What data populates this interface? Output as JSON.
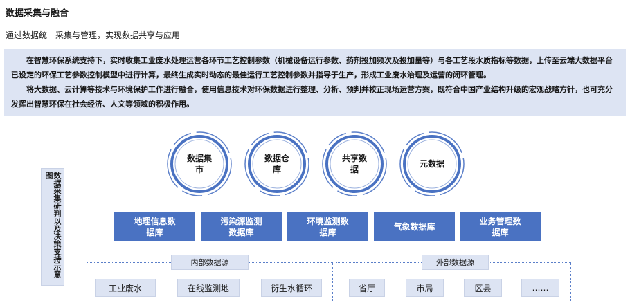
{
  "header": {
    "title": "数据采集与融合",
    "subtitle": "通过数据统一采集与管理，实现数据共享与应用"
  },
  "intro": {
    "p1": "在智慧环保系统支持下，实时收集工业废水处理运营各环节工艺控制参数（机械设备运行参数、药剂投加频次及投加量等）与各工艺段水质指标等数据，上传至云端大数据平台已设定的环保工艺参数控制模型中进行计算，最终生成实时动态的最佳运行工艺控制参数并指导于生产，形成工业废水治理及运营的闭环管理。",
    "p2": "将大数据、云计算等技术与环境保护工作进行融合，使用信息技术对环保数据进行整理、分析、预判并校正现场运营方案，既符合中国产业结构升级的宏观战略方针，也可充分发挥出智慧环保在社会经济、人文等领域的积极作用。"
  },
  "side_label": "数据采集研判以及决策支持示意图",
  "circles": [
    {
      "label": "数据集市"
    },
    {
      "label": "数据仓库"
    },
    {
      "label": "共享数据"
    },
    {
      "label": "元数据"
    }
  ],
  "databases": [
    {
      "label": "地理信息数据库"
    },
    {
      "label": "污染源监测数据库"
    },
    {
      "label": "环境监测数据库"
    },
    {
      "label": "气象数据库"
    },
    {
      "label": "业务管理数据库"
    }
  ],
  "internal": {
    "label": "内部数据源",
    "items": [
      "工业废水",
      "在线监测地",
      "衍生水循环"
    ]
  },
  "external": {
    "label": "外部数据源",
    "items": [
      "省厅",
      "市局",
      "区县",
      "……"
    ]
  },
  "colors": {
    "accent": "#4a72c2",
    "panel": "#dde4f3",
    "ring": "#5b7fc9"
  }
}
